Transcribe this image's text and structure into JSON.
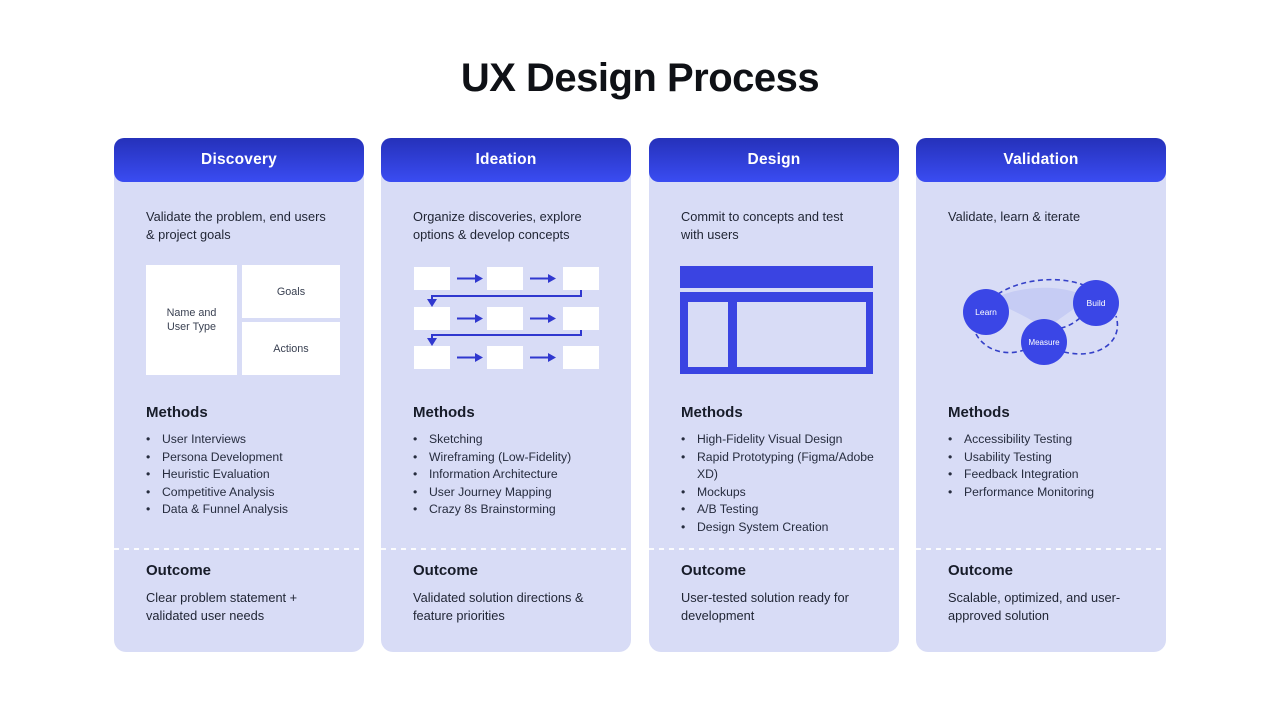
{
  "title": "UX Design Process",
  "colors": {
    "header_gradient_top": "#2531ba",
    "header_gradient_bottom": "#3a4cf2",
    "card_background": "#d8dcf6",
    "illustration_blue": "#3a44e2",
    "arrow_blue": "#3038cf",
    "loop_fill": "#c6ccf4",
    "heading_text": "#171c29",
    "body_text": "#262c3e"
  },
  "columns": [
    {
      "header": "Discovery",
      "description": "Validate the problem, end users & project goals",
      "methods_title": "Methods",
      "methods": [
        "User Interviews",
        "Persona Development",
        "Heuristic Evaluation",
        "Competitive Analysis",
        "Data & Funnel Analysis"
      ],
      "outcome_title": "Outcome",
      "outcome": "Clear problem statement + validated user needs",
      "persona_card": {
        "name_box": "Name and User Type",
        "goals_box": "Goals",
        "actions_box": "Actions"
      }
    },
    {
      "header": "Ideation",
      "description": "Organize discoveries, explore options & develop concepts",
      "methods_title": "Methods",
      "methods": [
        "Sketching",
        "Wireframing (Low-Fidelity)",
        "Information Architecture",
        "User Journey Mapping",
        "Crazy 8s Brainstorming"
      ],
      "outcome_title": "Outcome",
      "outcome": "Validated solution directions & feature priorities"
    },
    {
      "header": "Design",
      "description": "Commit to concepts and test with users",
      "methods_title": "Methods",
      "methods": [
        "High-Fidelity Visual Design",
        "Rapid Prototyping (Figma/Adobe XD)",
        "Mockups",
        "A/B Testing",
        "Design System Creation"
      ],
      "outcome_title": "Outcome",
      "outcome": "User-tested solution ready for development"
    },
    {
      "header": "Validation",
      "description": "Validate, learn & iterate",
      "methods_title": "Methods",
      "methods": [
        "Accessibility Testing",
        "Usability Testing",
        "Feedback Integration",
        "Performance Monitoring"
      ],
      "outcome_title": "Outcome",
      "outcome": "Scalable, optimized, and user-approved solution",
      "loop": {
        "learn": "Learn",
        "build": "Build",
        "measure": "Measure"
      }
    }
  ]
}
